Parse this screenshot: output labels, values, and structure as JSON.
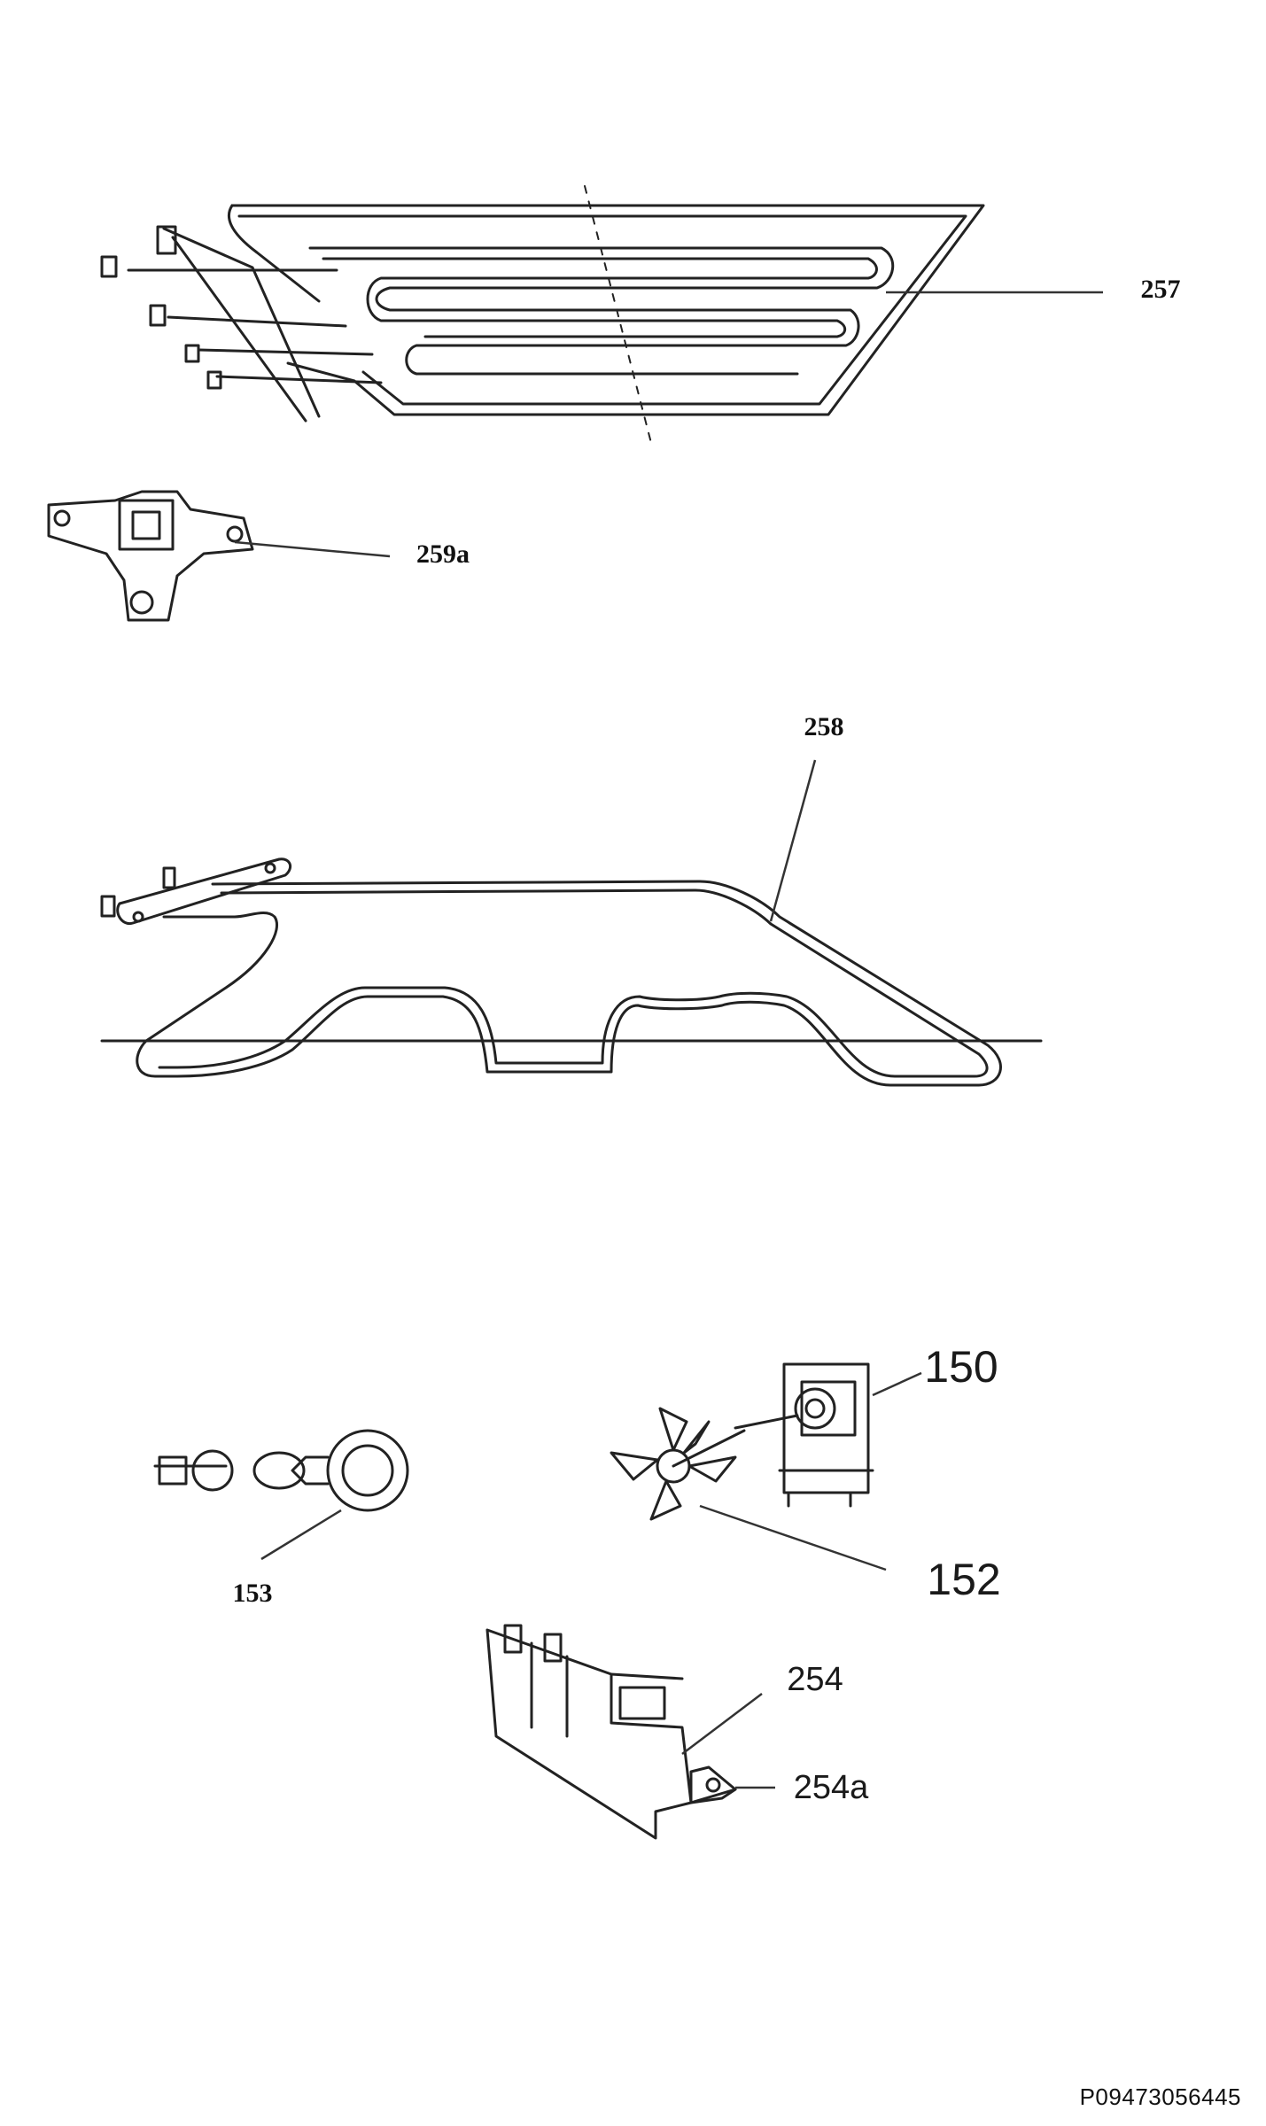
{
  "parts": [
    {
      "id": "257",
      "label": "257",
      "part": "grill-heating-element"
    },
    {
      "id": "259a",
      "label": "259a",
      "part": "thermostat"
    },
    {
      "id": "258",
      "label": "258",
      "part": "bottom-heating-element"
    },
    {
      "id": "150",
      "label": "150",
      "part": "fan-motor"
    },
    {
      "id": "152",
      "label": "152",
      "part": "fan-blade"
    },
    {
      "id": "153",
      "label": "153",
      "part": "oven-lamp"
    },
    {
      "id": "254",
      "label": "254",
      "part": "ignition-generator"
    },
    {
      "id": "254a",
      "label": "254a",
      "part": "bracket"
    }
  ],
  "reference": "P09473056445"
}
